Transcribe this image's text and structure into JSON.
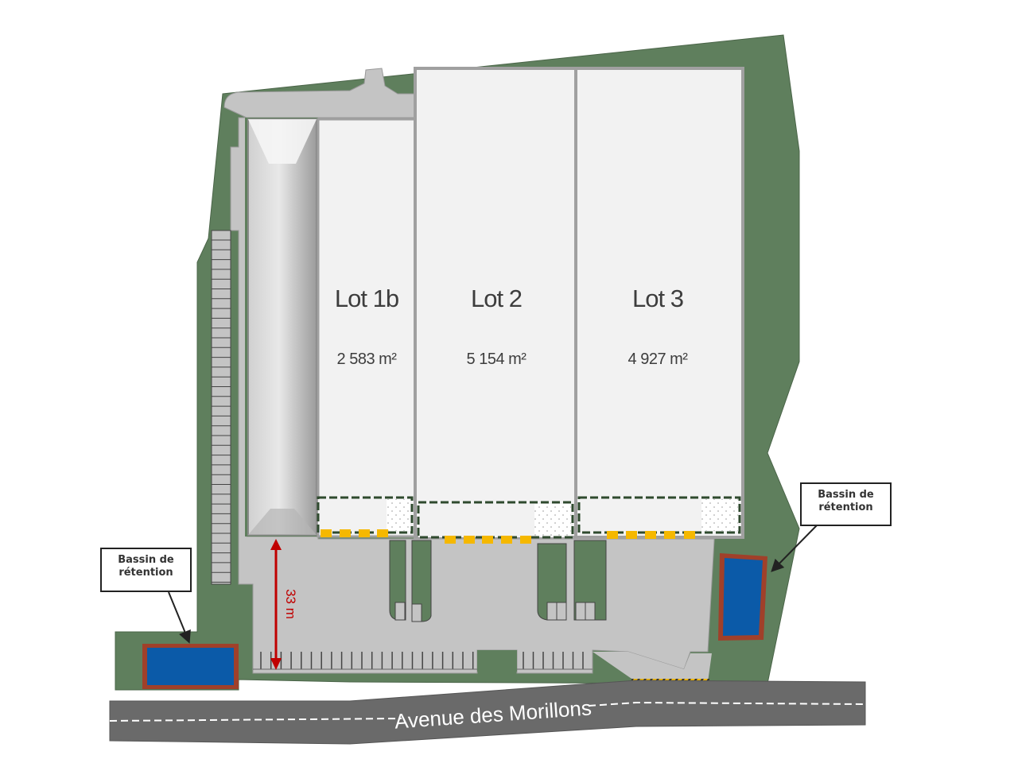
{
  "plan": {
    "type": "site-plan",
    "colors": {
      "green_space": "#5f7f5d",
      "paved_area": "#c4c4c4",
      "building_fill": "#f2f2f2",
      "building_wall": "#a0a0a0",
      "road": "#6a6a6a",
      "water": "#0b5aa8",
      "basin_border": "#a0402a",
      "dock_door": "#f5b800",
      "dimension_arrow": "#c00000"
    }
  },
  "lots": [
    {
      "name": "Lot 1b",
      "area": "2 583 m²"
    },
    {
      "name": "Lot 2",
      "area": "5 154 m²"
    },
    {
      "name": "Lot 3",
      "area": "4 927 m²"
    }
  ],
  "callouts": {
    "left": {
      "line1": "Bassin de",
      "line2": "rétention"
    },
    "right": {
      "line1": "Bassin de",
      "line2": "rétention"
    }
  },
  "dimension": {
    "label": "33 m"
  },
  "road": {
    "name": "Avenue des Morillons"
  }
}
